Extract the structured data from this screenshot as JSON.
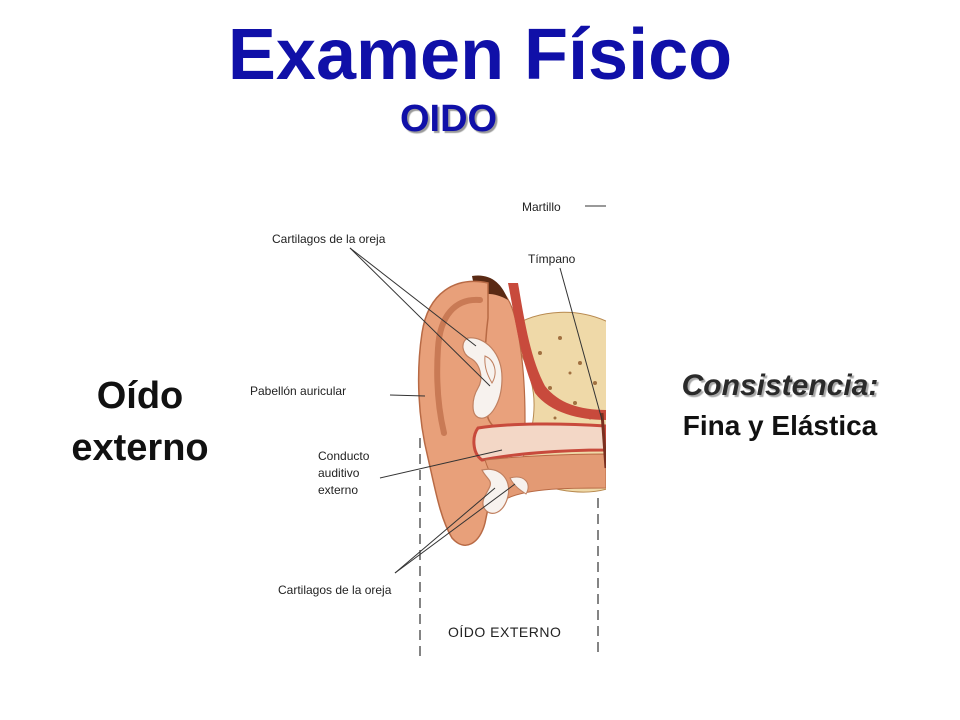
{
  "slide": {
    "title": "Examen Físico",
    "subtitle": "OIDO",
    "left_label": {
      "line1": "Oído",
      "line2": "externo"
    },
    "right_label": {
      "heading": "Consistencia:",
      "value": "Fina y Elástica"
    }
  },
  "diagram": {
    "labels": {
      "cartilagos_top": "Cartilagos de la oreja",
      "pabellon": "Pabellón auricular",
      "conducto_1": "Conducto",
      "conducto_2": "auditivo",
      "conducto_3": "externo",
      "cartilagos_bottom": "Cartilagos de la oreja",
      "martillo": "Martillo",
      "timpano": "Tímpano",
      "oido_externo": "OÍDO EXTERNO"
    },
    "colors": {
      "skin": "#e8a07a",
      "skin_dark": "#d07a55",
      "cartilage": "#f7f2ee",
      "canal": "#c84a3c",
      "bone": "#efd9a8"
    }
  }
}
